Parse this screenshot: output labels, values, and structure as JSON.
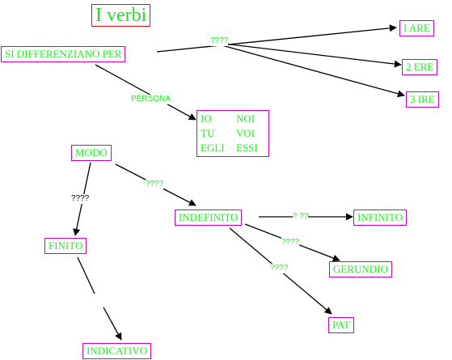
{
  "title": "I verbi",
  "nodes": {
    "si_differenziano": "SI DIFFERENZIANO PER",
    "i_are": "I ARE",
    "ii_ere": "2 ERE",
    "iii_ire": "3  IRE",
    "persona_table": [
      "IO",
      "NOI",
      "TU",
      "VOI",
      "EGLI",
      "ESSI"
    ],
    "modo": "MODO",
    "indefinito": "INDEFINITO",
    "infinito": "INFINITO",
    "gerundio": "GERUNDIO",
    "pat": "PAT",
    "finito": "FINITO",
    "indicativo": "INDICATIVO"
  },
  "edge_labels": {
    "si_to_coniugazioni": "????",
    "si_to_persona": "PERSONA",
    "modo_to_indefinito": "????",
    "modo_to_finito": "????",
    "indefinito_to_infinito": "?  ??",
    "indefinito_to_gerundio": "????",
    "indefinito_to_pat": "????"
  },
  "colors": {
    "node_text": "#22ee22",
    "node_border": "#cc00cc",
    "title_border": "#dd1111",
    "arrow": "#000000"
  }
}
